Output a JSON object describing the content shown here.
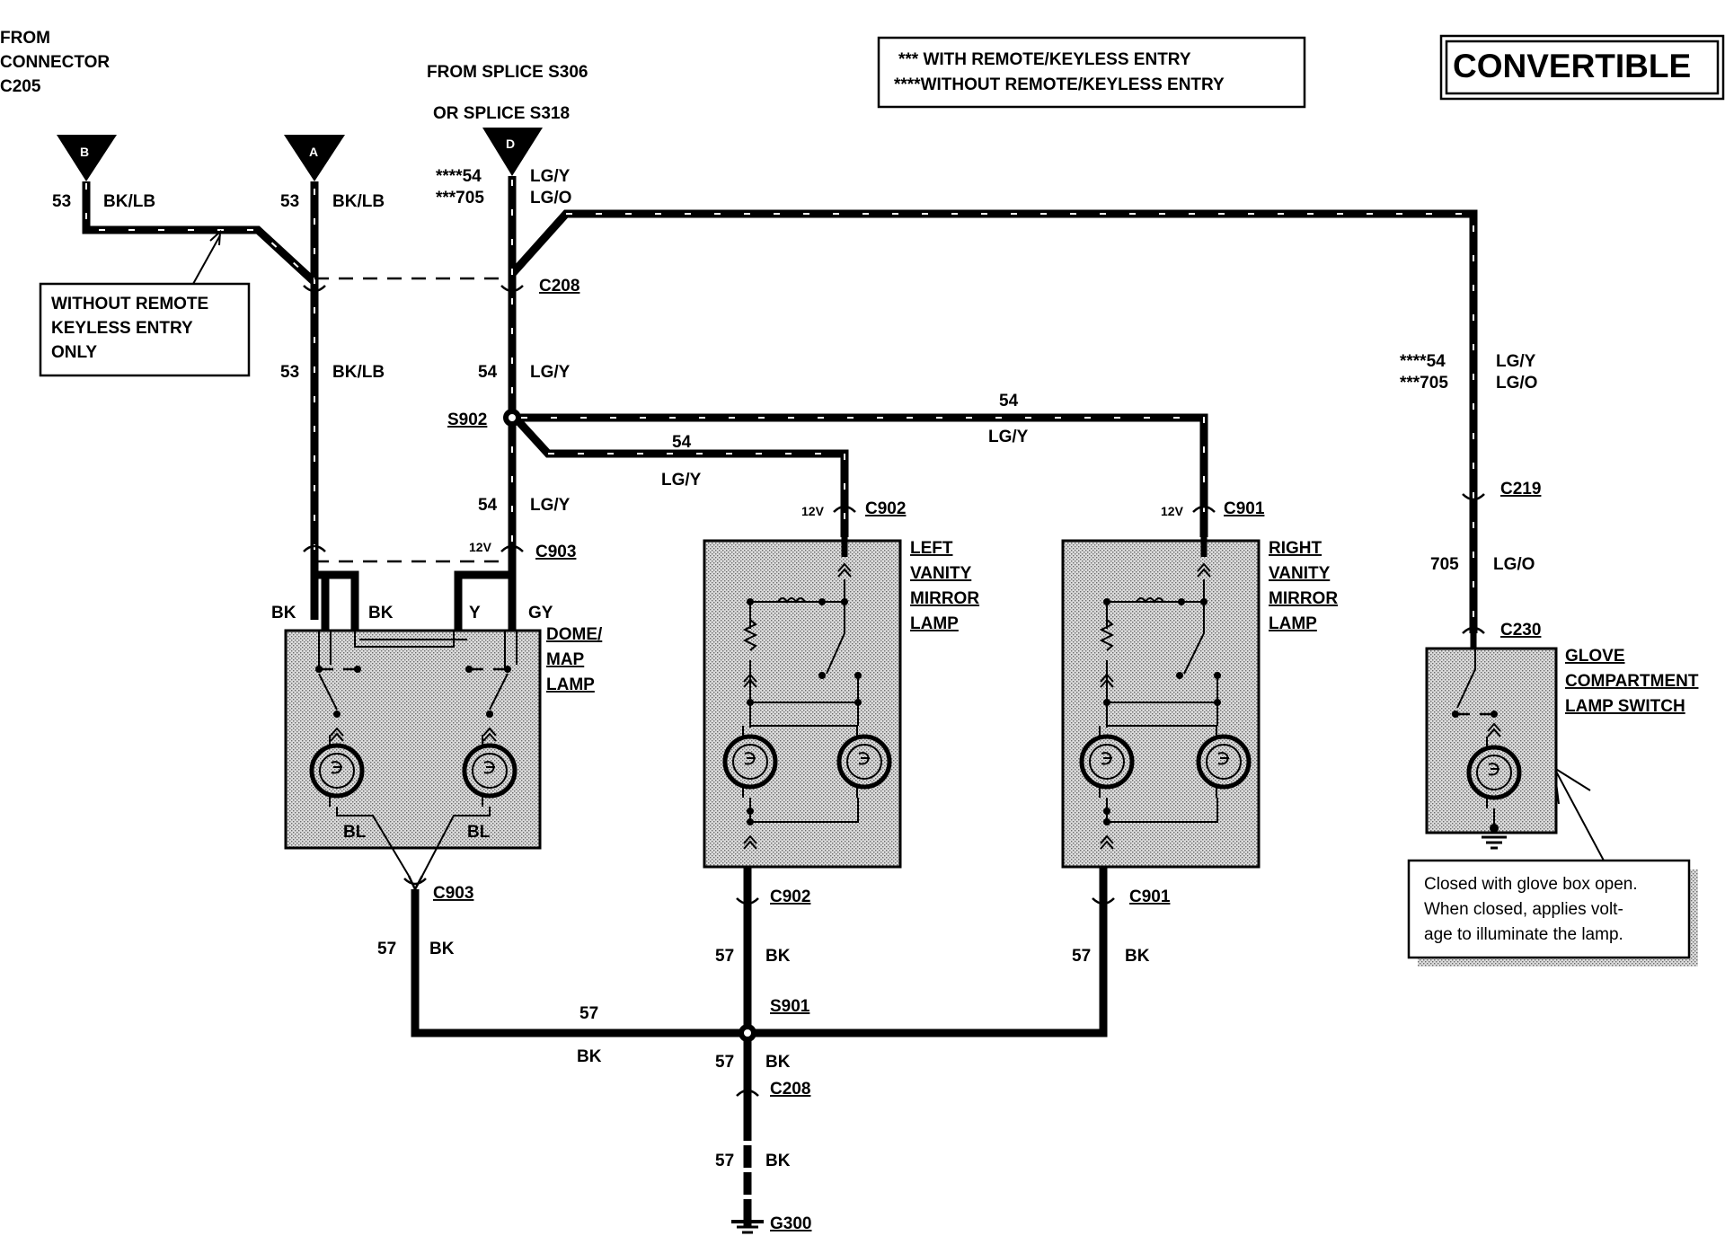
{
  "source": {
    "from_connector": [
      "FROM",
      "CONNECTOR",
      "C205"
    ],
    "from_splice": [
      "FROM SPLICE S306",
      "OR SPLICE S318"
    ]
  },
  "legend": {
    "with_remote": "*** WITH REMOTE/KEYLESS ENTRY",
    "without_remote": "****WITHOUT REMOTE/KEYLESS ENTRY"
  },
  "badge": "CONVERTIBLE",
  "note_without": [
    "WITHOUT REMOTE",
    "KEYLESS ENTRY",
    "ONLY"
  ],
  "note_glove": [
    "Closed with glove box open.",
    "When closed, applies volt-",
    "age to illuminate the lamp."
  ],
  "terminals": {
    "b": "B",
    "a": "A",
    "d": "D"
  },
  "connectors": {
    "c208_top": "C208",
    "s902": "S902",
    "c903_top": "C903",
    "c902_top": "C902",
    "c901_top": "C901",
    "c219": "C219",
    "c230": "C230",
    "c903_bottom": "C903",
    "c902_bottom": "C902",
    "c901_bottom": "C901",
    "s901": "S901",
    "c208_bottom": "C208",
    "g300": "G300"
  },
  "voltage": {
    "dome": "12V",
    "left": "12V",
    "right": "12V"
  },
  "components": {
    "dome": [
      "DOME/",
      "MAP",
      "LAMP"
    ],
    "left": [
      "LEFT",
      "VANITY",
      "MIRROR",
      "LAMP"
    ],
    "right": [
      "RIGHT",
      "VANITY",
      "MIRROR",
      "LAMP"
    ],
    "glove": [
      "GLOVE",
      "COMPARTMENT",
      "LAMP SWITCH"
    ]
  },
  "pins": {
    "bk1": "BK",
    "bk2": "BK",
    "y": "Y",
    "gy": "GY",
    "bl1": "BL",
    "bl2": "BL"
  },
  "wires": {
    "b_circuit": "53",
    "b_color": "BK/LB",
    "a_circuit": "53",
    "a_color": "BK/LB",
    "d_circuit1": "****54",
    "d_color1": "LG/Y",
    "d_circuit2": "***705",
    "d_color2": "LG/O",
    "a_lower_circuit": "53",
    "a_lower_color": "BK/LB",
    "d_lower_circuit": "54",
    "d_lower_color": "LG/Y",
    "s902_top_circuit": "54",
    "s902_top_color": "LG/Y",
    "s902_mid_circuit": "54",
    "s902_mid_color": "LG/Y",
    "s902_down_circuit": "54",
    "s902_down_color": "LG/Y",
    "glove_circuit1": "****54",
    "glove_color1": "LG/Y",
    "glove_circuit2": "***705",
    "glove_color2": "LG/O",
    "glove_lower_circuit": "705",
    "glove_lower_color": "LG/O",
    "dome_out_circuit": "57",
    "dome_out_color": "BK",
    "left_out_circuit": "57",
    "left_out_color": "BK",
    "right_out_circuit": "57",
    "right_out_color": "BK",
    "bus_circuit": "57",
    "bus_color": "BK",
    "s901_down_circuit": "57",
    "s901_down_color": "BK",
    "ground_circuit": "57",
    "ground_color": "BK"
  }
}
